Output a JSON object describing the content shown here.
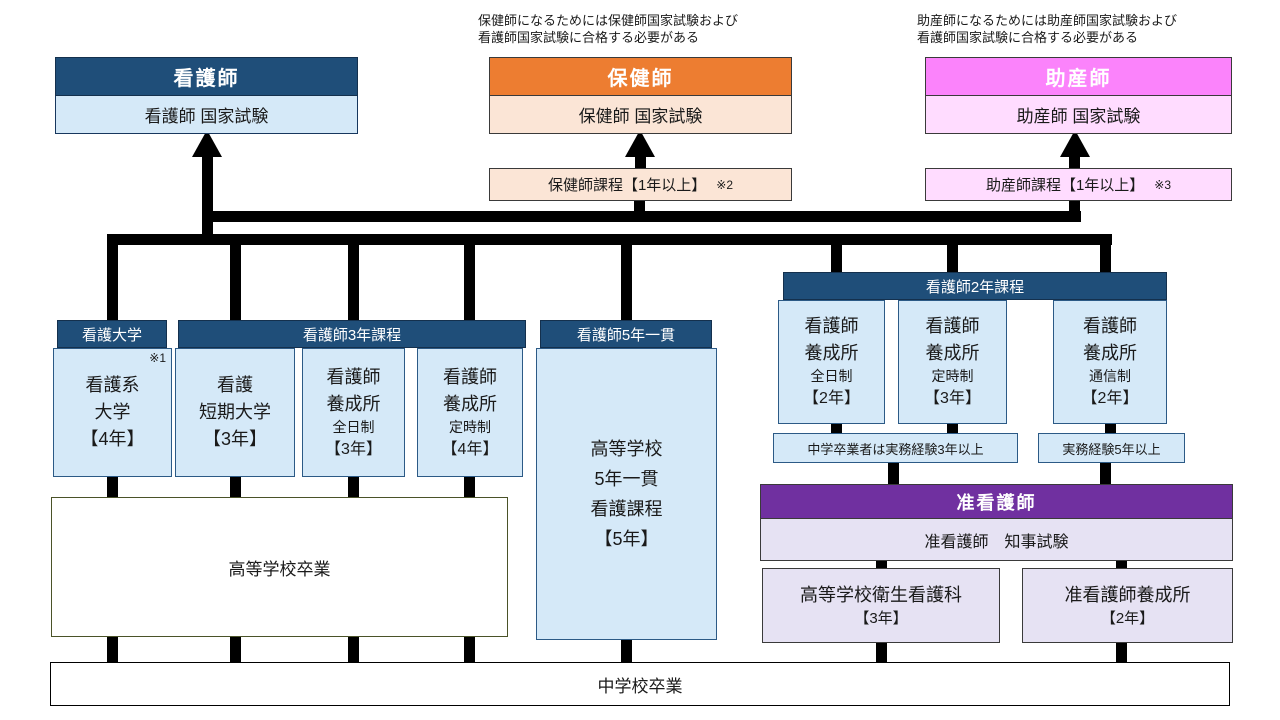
{
  "top": {
    "kangoshi": {
      "title": "看護師",
      "exam": "看護師 国家試験"
    },
    "hokenshi": {
      "title": "保健師",
      "exam": "保健師 国家試験",
      "note1": "保健師になるためには保健師国家試験および",
      "note2": "看護師国家試験に合格する必要がある",
      "course": "保健師課程【1年以上】",
      "ref": "※2"
    },
    "josanshi": {
      "title": "助産師",
      "exam": "助産師 国家試験",
      "note1": "助産師になるためには助産師国家試験および",
      "note2": "看護師国家試験に合格する必要がある",
      "course": "助産師課程【1年以上】",
      "ref": "※3"
    }
  },
  "routes": {
    "univ": {
      "header": "看護大学",
      "ref": "※1",
      "l1": "看護系",
      "l2": "大学",
      "l3": "【4年】"
    },
    "three_year": {
      "header": "看護師3年課程",
      "tandai": {
        "l1": "看護",
        "l2": "短期大学",
        "l3": "【3年】"
      },
      "zennichi": {
        "l1": "看護師",
        "l2": "養成所",
        "sub": "全日制",
        "years": "【3年】"
      },
      "teiji": {
        "l1": "看護師",
        "l2": "養成所",
        "sub": "定時制",
        "years": "【4年】"
      }
    },
    "five_year": {
      "header": "看護師5年一貫",
      "l1": "高等学校",
      "l2": "5年一貫",
      "l3": "看護課程",
      "l4": "【5年】"
    },
    "two_year": {
      "header": "看護師2年課程",
      "zennichi": {
        "l1": "看護師",
        "l2": "養成所",
        "sub": "全日制",
        "years": "【2年】"
      },
      "teiji": {
        "l1": "看護師",
        "l2": "養成所",
        "sub": "定時制",
        "years": "【3年】"
      },
      "tsushin": {
        "l1": "看護師",
        "l2": "養成所",
        "sub": "通信制",
        "years": "【2年】"
      }
    },
    "exp_note_left": "中学卒業者は実務経験3年以上",
    "exp_note_right": "実務経験5年以上"
  },
  "jun": {
    "title": "准看護師",
    "exam": "准看護師　知事試験",
    "eisei": {
      "name": "高等学校衛生看護科",
      "years": "【3年】"
    },
    "yousei": {
      "name": "准看護師養成所",
      "years": "【2年】"
    }
  },
  "base": {
    "highschool": "高等学校卒業",
    "juniorhigh": "中学校卒業"
  },
  "colors": {
    "navy": "#1F4E79",
    "light_blue": "#D5E9F8",
    "orange": "#ED7D31",
    "light_orange": "#FBE5D6",
    "pink": "#FB83FB",
    "light_pink": "#FFDCFF",
    "purple": "#7030A0",
    "lavender": "#E6E2F3",
    "olive_border": "#4A5228",
    "connector": "#000000"
  }
}
